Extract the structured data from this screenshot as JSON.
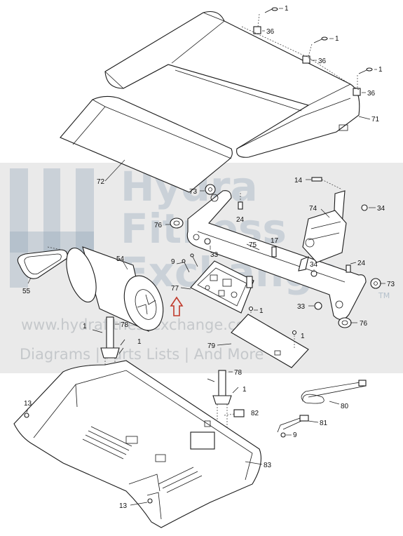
{
  "watermark": {
    "line1": "Hydra",
    "line2": "Fitness",
    "line3": "Exchange",
    "tm": "TM",
    "url": "www.hydrafitnessexchange.com",
    "tagline": "Diagrams | Parts Lists | And More"
  },
  "callouts": [
    {
      "id": "c1a",
      "text": "1"
    },
    {
      "id": "c36a",
      "text": "36"
    },
    {
      "id": "c1b",
      "text": "1"
    },
    {
      "id": "c36b",
      "text": "36"
    },
    {
      "id": "c1c",
      "text": "1"
    },
    {
      "id": "c36c",
      "text": "36"
    },
    {
      "id": "c71",
      "text": "71"
    },
    {
      "id": "c72",
      "text": "72"
    },
    {
      "id": "c14",
      "text": "14"
    },
    {
      "id": "c73a",
      "text": "73"
    },
    {
      "id": "c74",
      "text": "74"
    },
    {
      "id": "c34a",
      "text": "34"
    },
    {
      "id": "c24a",
      "text": "24"
    },
    {
      "id": "c76a",
      "text": "76"
    },
    {
      "id": "c33a",
      "text": "33"
    },
    {
      "id": "c75",
      "text": "75"
    },
    {
      "id": "c17",
      "text": "17"
    },
    {
      "id": "c9a",
      "text": "9"
    },
    {
      "id": "c54",
      "text": "54"
    },
    {
      "id": "c34b",
      "text": "34"
    },
    {
      "id": "c24b",
      "text": "24"
    },
    {
      "id": "c55",
      "text": "55"
    },
    {
      "id": "c77",
      "text": "77"
    },
    {
      "id": "c73b",
      "text": "73"
    },
    {
      "id": "c33b",
      "text": "33"
    },
    {
      "id": "c1d",
      "text": "1"
    },
    {
      "id": "c76b",
      "text": "76"
    },
    {
      "id": "c1e",
      "text": "1"
    },
    {
      "id": "c78a",
      "text": "78"
    },
    {
      "id": "c1f",
      "text": "1"
    },
    {
      "id": "c79",
      "text": "79"
    },
    {
      "id": "c1g",
      "text": "1"
    },
    {
      "id": "c78b",
      "text": "78"
    },
    {
      "id": "c1h",
      "text": "1"
    },
    {
      "id": "c80",
      "text": "80"
    },
    {
      "id": "c13a",
      "text": "13"
    },
    {
      "id": "c82",
      "text": "82"
    },
    {
      "id": "c81",
      "text": "81"
    },
    {
      "id": "c9b",
      "text": "9"
    },
    {
      "id": "c83",
      "text": "83"
    },
    {
      "id": "c13b",
      "text": "13"
    }
  ],
  "colors": {
    "watermark_band": "#d9d9d9",
    "watermark_logo": "#8fa3b6",
    "arrow": "#c0392b",
    "line": "#1a1a1a"
  }
}
